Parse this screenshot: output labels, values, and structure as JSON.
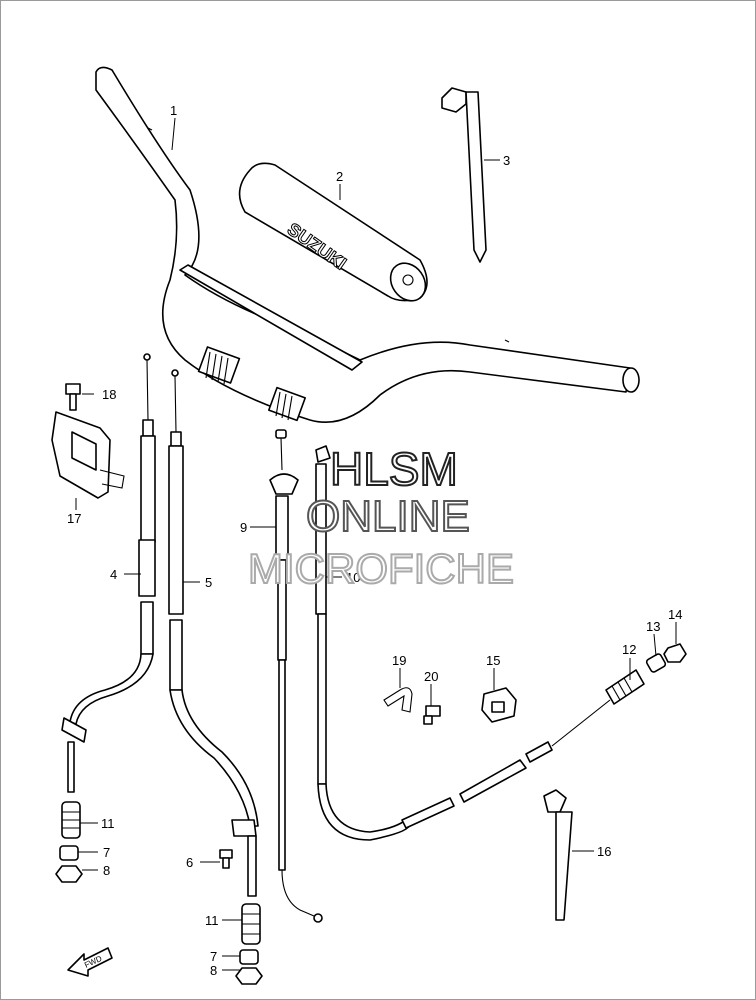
{
  "diagram": {
    "brand_text": "SUZUKI",
    "fwd_text": "FWD",
    "callouts": [
      {
        "id": "c1",
        "label": "1"
      },
      {
        "id": "c2",
        "label": "2"
      },
      {
        "id": "c3",
        "label": "3"
      },
      {
        "id": "c4",
        "label": "4"
      },
      {
        "id": "c5",
        "label": "5"
      },
      {
        "id": "c6",
        "label": "6"
      },
      {
        "id": "c7a",
        "label": "7"
      },
      {
        "id": "c7b",
        "label": "7"
      },
      {
        "id": "c8a",
        "label": "8"
      },
      {
        "id": "c8b",
        "label": "8"
      },
      {
        "id": "c9",
        "label": "9"
      },
      {
        "id": "c10",
        "label": "10"
      },
      {
        "id": "c11a",
        "label": "11"
      },
      {
        "id": "c11b",
        "label": "11"
      },
      {
        "id": "c12",
        "label": "12"
      },
      {
        "id": "c13",
        "label": "13"
      },
      {
        "id": "c14",
        "label": "14"
      },
      {
        "id": "c15",
        "label": "15"
      },
      {
        "id": "c16",
        "label": "16"
      },
      {
        "id": "c17",
        "label": "17"
      },
      {
        "id": "c18",
        "label": "18"
      },
      {
        "id": "c19",
        "label": "19"
      },
      {
        "id": "c20",
        "label": "20"
      }
    ]
  },
  "watermark": {
    "line1": "HLSM",
    "line2": "ONLINE",
    "line3": "MICROFICHE",
    "colors": {
      "line1": "#222222",
      "line2": "#555555",
      "line3": "#aaaaaa"
    }
  }
}
